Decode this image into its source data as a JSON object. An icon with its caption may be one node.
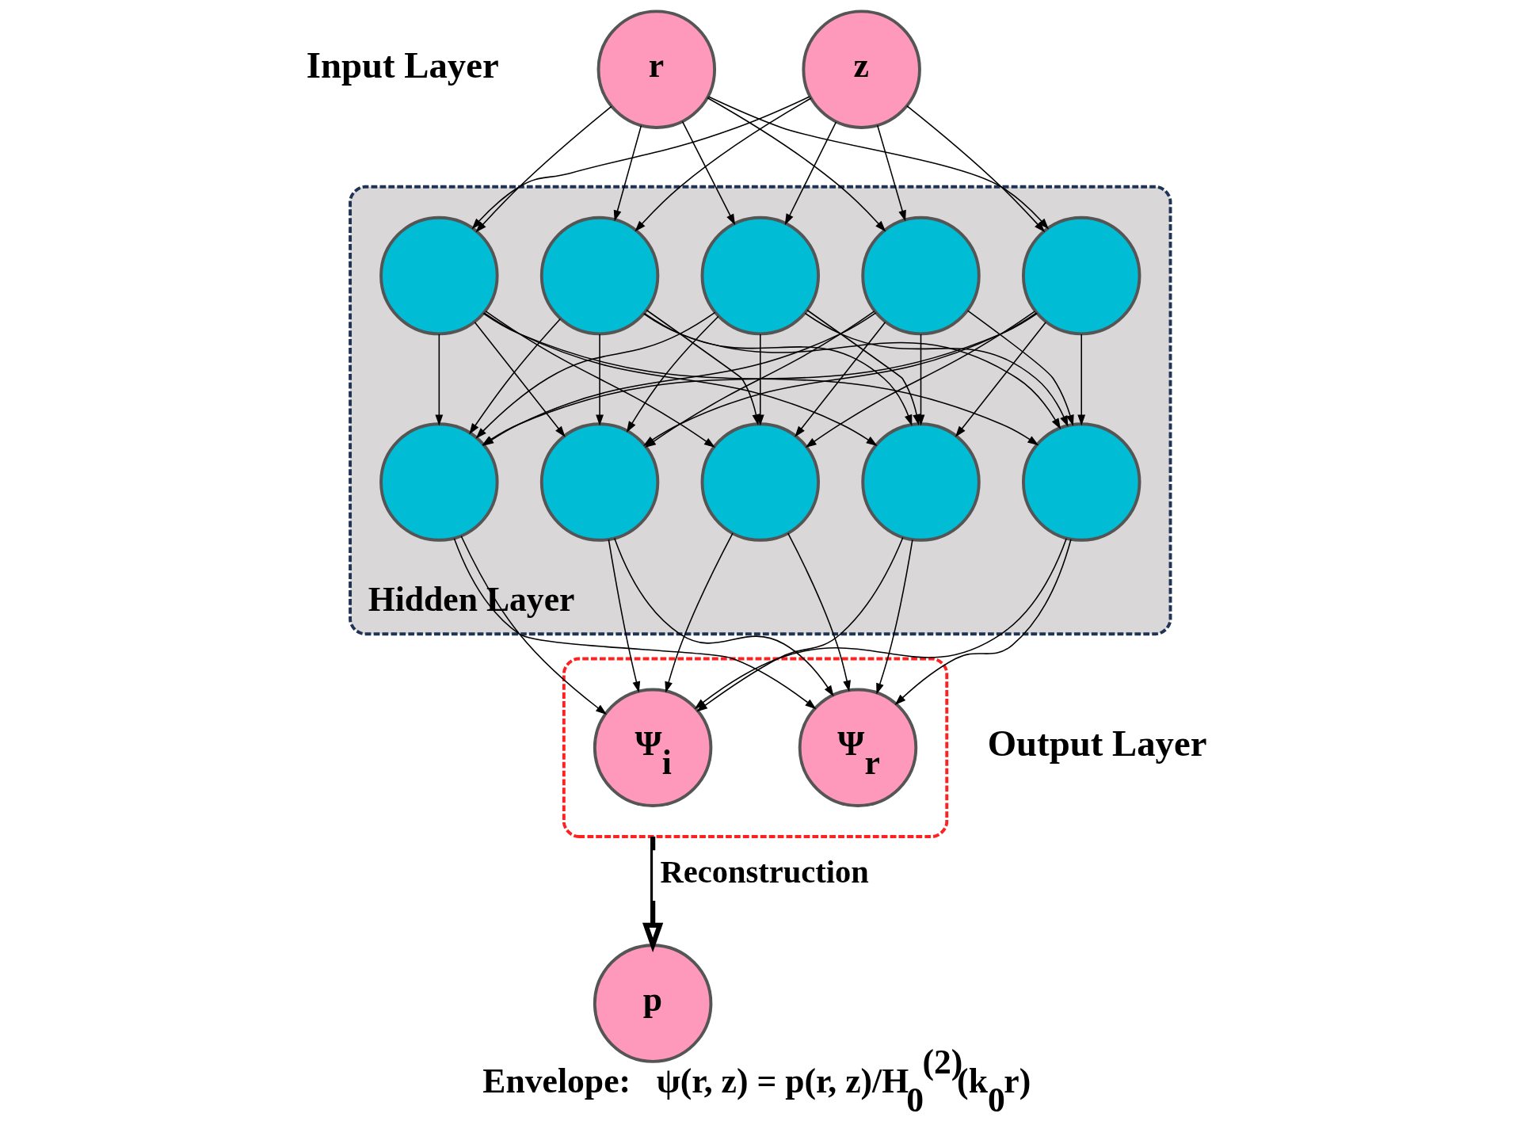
{
  "diagram": {
    "caption": "Envelope:   ψ(r, z) = p(r, z)/H$_{0}$$^{(2)}$(k$_{0}$r)",
    "nodes": [
      {
        "text": [
          "r"
        ]
      },
      {
        "text": [
          "z"
        ]
      },
      {
        "text": [
          "Hidden Layer"
        ]
      },
      {
        "text": [],
        "shape": "circle",
        "in": 2
      },
      {
        "text": [],
        "shape": "circle",
        "in": 2
      },
      {
        "text": [],
        "shape": "circle",
        "in": 2
      },
      {
        "text": [],
        "shape": "circle",
        "in": 2
      },
      {
        "text": [],
        "shape": "circle",
        "in": 2
      },
      {
        "text": [],
        "shape": "circle",
        "in": 2
      },
      {
        "text": [],
        "shape": "circle",
        "in": 2
      },
      {
        "text": [],
        "shape": "circle",
        "in": 2
      },
      {
        "text": [],
        "shape": "circle",
        "in": 2
      },
      {
        "text": [],
        "shape": "circle",
        "in": 2
      },
      {
        "text": [],
        "shape": "box"
      },
      {
        "text": [
          "Ψ$_{r}$"
        ],
        "in": 13
      },
      {
        "text": [
          "Ψ$_{i}$"
        ],
        "in": 13
      },
      {
        "text": [
          "p"
        ]
      }
    ],
    "edges": [
      {
        "from": 0,
        "to": 3,
        "arrow": "to"
      },
      {
        "from": 0,
        "to": 4,
        "arrow": "to"
      },
      {
        "from": 0,
        "to": 5,
        "arrow": "to"
      },
      {
        "from": 0,
        "to": 6,
        "arrow": "to"
      },
      {
        "from": 0,
        "to": 7,
        "arrow": "to"
      },
      {
        "from": 1,
        "to": 3,
        "arrow": "to"
      },
      {
        "from": 1,
        "to": 4,
        "arrow": "to"
      },
      {
        "from": 1,
        "to": 5,
        "arrow": "to"
      },
      {
        "from": 1,
        "to": 6,
        "arrow": "to"
      },
      {
        "from": 1,
        "to": 7,
        "arrow": "to"
      },
      {
        "from": 3,
        "to": 8,
        "arrow": "to"
      },
      {
        "from": 3,
        "to": 9,
        "arrow": "to"
      },
      {
        "from": 3,
        "to": 10,
        "arrow": "to"
      },
      {
        "from": 3,
        "to": 11,
        "arrow": "to"
      },
      {
        "from": 3,
        "to": 12,
        "arrow": "to"
      },
      {
        "from": 4,
        "to": 8,
        "arrow": "to"
      },
      {
        "from": 4,
        "to": 9,
        "arrow": "to"
      },
      {
        "from": 4,
        "to": 10,
        "arrow": "to"
      },
      {
        "from": 4,
        "to": 11,
        "arrow": "to"
      },
      {
        "from": 4,
        "to": 12,
        "arrow": "to"
      },
      {
        "from": 5,
        "to": 8,
        "arrow": "to"
      },
      {
        "from": 5,
        "to": 9,
        "arrow": "to"
      },
      {
        "from": 5,
        "to": 10,
        "arrow": "to"
      },
      {
        "from": 5,
        "to": 11,
        "arrow": "to"
      },
      {
        "from": 5,
        "to": 12,
        "arrow": "to"
      },
      {
        "from": 6,
        "to": 8,
        "arrow": "to"
      },
      {
        "from": 6,
        "to": 9,
        "arrow": "to"
      },
      {
        "from": 6,
        "to": 10,
        "arrow": "to"
      },
      {
        "from": 6,
        "to": 11,
        "arrow": "to"
      },
      {
        "from": 6,
        "to": 12,
        "arrow": "to"
      },
      {
        "from": 7,
        "to": 8,
        "arrow": "to"
      },
      {
        "from": 7,
        "to": 9,
        "arrow": "to"
      },
      {
        "from": 7,
        "to": 10,
        "arrow": "to"
      },
      {
        "from": 7,
        "to": 11,
        "arrow": "to"
      },
      {
        "from": 7,
        "to": 12,
        "arrow": "to"
      },
      {
        "from": 8,
        "to": 14,
        "arrow": "to"
      },
      {
        "from": 8,
        "to": 15,
        "arrow": "to"
      },
      {
        "from": 9,
        "to": 14,
        "arrow": "to"
      },
      {
        "from": 9,
        "to": 15,
        "arrow": "to"
      },
      {
        "from": 10,
        "to": 14,
        "arrow": "to"
      },
      {
        "from": 10,
        "to": 15,
        "arrow": "to"
      },
      {
        "from": 11,
        "to": 14,
        "arrow": "to"
      },
      {
        "from": 11,
        "to": 15,
        "arrow": "to"
      },
      {
        "from": 12,
        "to": 14,
        "arrow": "to"
      },
      {
        "from": 12,
        "to": 15,
        "arrow": "to"
      },
      {
        "from": 13,
        "to": 16,
        "arrow": "to",
        "label": "Reconstruction",
        "style": "thick"
      }
    ],
    "labels": [
      "Input Layer",
      "Output Layer"
    ]
  }
}
